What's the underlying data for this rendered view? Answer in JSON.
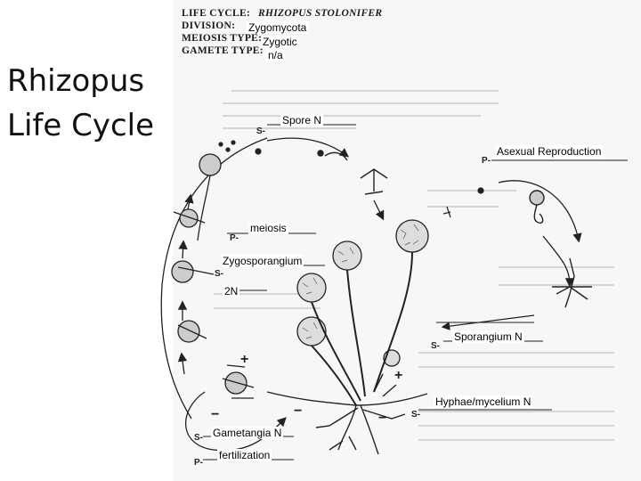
{
  "slide": {
    "title_lines": [
      "Rhizopus",
      "Life Cycle"
    ]
  },
  "figure": {
    "header": {
      "life_cycle_label": "LIFE CYCLE:",
      "life_cycle_value": "RHIZOPUS STOLONIFER",
      "division_label": "DIVISION:",
      "meiosis_label": "MEIOSIS TYPE:",
      "gamete_label": "GAMETE TYPE:"
    },
    "answers": {
      "division": "Zygomycota",
      "meiosis_type": "Zygotic",
      "gamete_type": "n/a"
    },
    "labels": {
      "spore": "Spore N",
      "asexual": "Asexual Reproduction",
      "meiosis": "meiosis",
      "zygosporangium": "Zygosporangium",
      "two_n": "2N",
      "sporangium": "Sporangium N",
      "hyphae": "Hyphae/mycelium N",
      "gametangia": "Gametangia N",
      "fertilization": "fertilization"
    },
    "blank_letters": {
      "s1": "S-",
      "p1": "P-",
      "p2": "P-",
      "s2": "S-",
      "s3": "S-",
      "s4": "S-",
      "s5": "S-",
      "p3": "P-",
      "plus1": "+",
      "plus2": "+",
      "minus1": "−",
      "minus2": "−",
      "minus3": "−"
    }
  }
}
